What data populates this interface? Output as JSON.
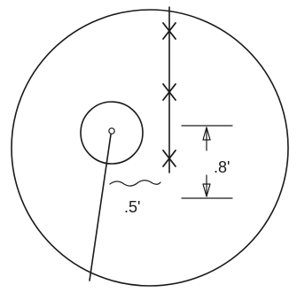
{
  "dimensions": {
    "vertical_label": ".8'",
    "horizontal_label": ".5'"
  },
  "markers": {
    "count": 3,
    "symbol": "X"
  },
  "colors": {
    "ink": "#1a1a1a",
    "background": "#ffffff"
  }
}
